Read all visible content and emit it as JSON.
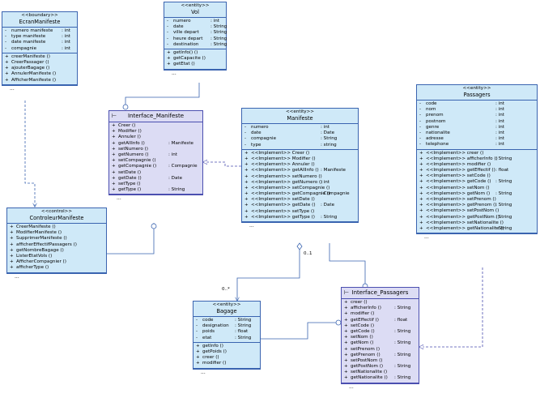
{
  "classes": {
    "ecran": {
      "stereotype": "<<boundary>>",
      "name": "EcranManifeste",
      "attributes": [
        {
          "name": "numero manifeste",
          "type": ": int"
        },
        {
          "name": "type manifeste",
          "type": ": int"
        },
        {
          "name": "date manifeste",
          "type": ": int"
        },
        {
          "name": "compagnie",
          "type": ": int"
        }
      ],
      "methods": [
        {
          "name": "creerManifeste ()",
          "type": ""
        },
        {
          "name": "CreerPassager ()",
          "type": ""
        },
        {
          "name": "ajouterBagage ()",
          "type": ""
        },
        {
          "name": "AnnulerManifeste ()",
          "type": ""
        },
        {
          "name": "AfficherManifeste ()",
          "type": ""
        }
      ],
      "ellipsis": "..."
    },
    "vol": {
      "stereotype": "<<entity>>",
      "name": "Vol",
      "attributes": [
        {
          "name": "numero",
          "type": ": int"
        },
        {
          "name": "date",
          "type": ": String"
        },
        {
          "name": "ville depart",
          "type": ": String"
        },
        {
          "name": "heure depart",
          "type": ": String"
        },
        {
          "name": "destination",
          "type": ": String"
        }
      ],
      "methods": [
        {
          "name": "getInfo() ()",
          "type": ""
        },
        {
          "name": "getCapacite ()",
          "type": ""
        },
        {
          "name": "getEtat ()",
          "type": ""
        }
      ],
      "ellipsis": "..."
    },
    "interfaceManifeste": {
      "stereotype": "",
      "name": "Interface_Manifeste",
      "attributes": [],
      "methods": [
        {
          "name": "Creer ()",
          "type": ""
        },
        {
          "name": "Modifier ()",
          "type": ""
        },
        {
          "name": "Annuler ()",
          "type": ""
        },
        {
          "name": "getAllInfo ()",
          "type": ": Manifeste"
        },
        {
          "name": "setNumero ()",
          "type": ""
        },
        {
          "name": "getNumero ()",
          "type": ": int"
        },
        {
          "name": "setCompagnie ()",
          "type": ""
        },
        {
          "name": "getCompagnie ()",
          "type": ": Compagnie"
        },
        {
          "name": "setDate ()",
          "type": ""
        },
        {
          "name": "getDate ()",
          "type": ": Date"
        },
        {
          "name": "setType ()",
          "type": ""
        },
        {
          "name": "getType ()",
          "type": ": String"
        }
      ],
      "ellipsis": "..."
    },
    "manifeste": {
      "stereotype": "<<entity>>",
      "name": "Manifeste",
      "attributes": [
        {
          "name": "numero",
          "type": ": int"
        },
        {
          "name": "date",
          "type": ": Date"
        },
        {
          "name": "compagnie",
          "type": ": String"
        },
        {
          "name": "type",
          "type": ": string"
        }
      ],
      "methods": [
        {
          "name": "<<Implement>> Creer ()",
          "type": ""
        },
        {
          "name": "<<Implement>> Modifier ()",
          "type": ""
        },
        {
          "name": "<<Implement>> Annuler ()",
          "type": ""
        },
        {
          "name": "<<Implement>> getAllInfo ()",
          "type": ": Manifeste"
        },
        {
          "name": "<<Implement>> setNumero ()",
          "type": ""
        },
        {
          "name": "<<Implement>> getNumero ()",
          "type": ": int"
        },
        {
          "name": "<<Implement>> setCompagnie ()",
          "type": ""
        },
        {
          "name": "<<Implement>> getCompagnie ()",
          "type": ": Compagnie"
        },
        {
          "name": "<<Implement>> setDate ()",
          "type": ""
        },
        {
          "name": "<<Implement>> getDate ()",
          "type": ": Date"
        },
        {
          "name": "<<Implement>> setType ()",
          "type": ""
        },
        {
          "name": "<<Implement>> getType ()",
          "type": ": String"
        }
      ],
      "ellipsis": "..."
    },
    "passagers": {
      "stereotype": "<<entity>>",
      "name": "Passagers",
      "attributes": [
        {
          "name": "code",
          "type": ": int"
        },
        {
          "name": "nom",
          "type": ": int"
        },
        {
          "name": "prenom",
          "type": ": int"
        },
        {
          "name": "postnom",
          "type": ": int"
        },
        {
          "name": "genre",
          "type": ": int"
        },
        {
          "name": "nationalite",
          "type": ": int"
        },
        {
          "name": "adresse",
          "type": ": int"
        },
        {
          "name": "telephone",
          "type": ": int"
        }
      ],
      "methods": [
        {
          "name": "<<Implement>> creer ()",
          "type": ""
        },
        {
          "name": "<<Implement>> afficherInfo ()",
          "type": ": String"
        },
        {
          "name": "<<Implement>> modifier ()",
          "type": ""
        },
        {
          "name": "<<Implement>> getEffectif ()",
          "type": ": float"
        },
        {
          "name": "<<Implement>> setCode ()",
          "type": ""
        },
        {
          "name": "<<Implement>> getCode ()",
          "type": ": String"
        },
        {
          "name": "<<Implement>> setNom ()",
          "type": ""
        },
        {
          "name": "<<Implement>> getNom ()",
          "type": ": String"
        },
        {
          "name": "<<Implement>> setPrenom ()",
          "type": ""
        },
        {
          "name": "<<Implement>> getPrenom ()",
          "type": ": String"
        },
        {
          "name": "<<Implement>> setPostNom ()",
          "type": ""
        },
        {
          "name": "<<Implement>> getPostNom ()",
          "type": ": String"
        },
        {
          "name": "<<Implement>> setNationalite ()",
          "type": ""
        },
        {
          "name": "<<Implement>> getNationalite ()",
          "type": ": String"
        }
      ],
      "ellipsis": "..."
    },
    "controleur": {
      "stereotype": "<<control>>",
      "name": "ControleurManifeste",
      "attributes": [],
      "methods": [
        {
          "name": "CreerManifeste ()",
          "type": ""
        },
        {
          "name": "ModifierManifeste ()",
          "type": ""
        },
        {
          "name": "SupprimerManifeste ()",
          "type": ""
        },
        {
          "name": "afficherEffectifPassagers ()",
          "type": ""
        },
        {
          "name": "getNombreBagage ()",
          "type": ""
        },
        {
          "name": "ListerEtatVols ()",
          "type": ""
        },
        {
          "name": "AfficherCompagnier ()",
          "type": ""
        },
        {
          "name": "afficherType ()",
          "type": ""
        }
      ],
      "ellipsis": "..."
    },
    "bagage": {
      "stereotype": "<<entity>>",
      "name": "Bagage",
      "attributes": [
        {
          "name": "code",
          "type": ": String"
        },
        {
          "name": "designation",
          "type": ": String"
        },
        {
          "name": "poids",
          "type": ": float"
        },
        {
          "name": "etat",
          "type": ": String"
        }
      ],
      "methods": [
        {
          "name": "getInfo ()",
          "type": ""
        },
        {
          "name": "getPoids ()",
          "type": ""
        },
        {
          "name": "creer ()",
          "type": ""
        },
        {
          "name": "modifier ()",
          "type": ""
        }
      ],
      "ellipsis": "..."
    },
    "interfacePassagers": {
      "stereotype": "",
      "name": "Interface_Passagers",
      "attributes": [],
      "methods": [
        {
          "name": "creer ()",
          "type": ""
        },
        {
          "name": "afficherInfo ()",
          "type": ": String"
        },
        {
          "name": "modifier ()",
          "type": ""
        },
        {
          "name": "getEffectif ()",
          "type": ": float"
        },
        {
          "name": "setCode ()",
          "type": ""
        },
        {
          "name": "getCode ()",
          "type": ": String"
        },
        {
          "name": "setNom ()",
          "type": ""
        },
        {
          "name": "getNom ()",
          "type": ": String"
        },
        {
          "name": "setPrenom ()",
          "type": ""
        },
        {
          "name": "getPrenom ()",
          "type": ": String"
        },
        {
          "name": "setPostNom ()",
          "type": ""
        },
        {
          "name": "getPostNom ()",
          "type": ": String"
        },
        {
          "name": "setNationalite ()",
          "type": ""
        },
        {
          "name": "getNationalite ()",
          "type": ": String"
        }
      ],
      "ellipsis": "..."
    }
  },
  "multiplicities": {
    "manifeste_end": "0..1",
    "bagage_end": "0..*"
  },
  "icons": {
    "interface": "interface-lollipop-icon"
  }
}
